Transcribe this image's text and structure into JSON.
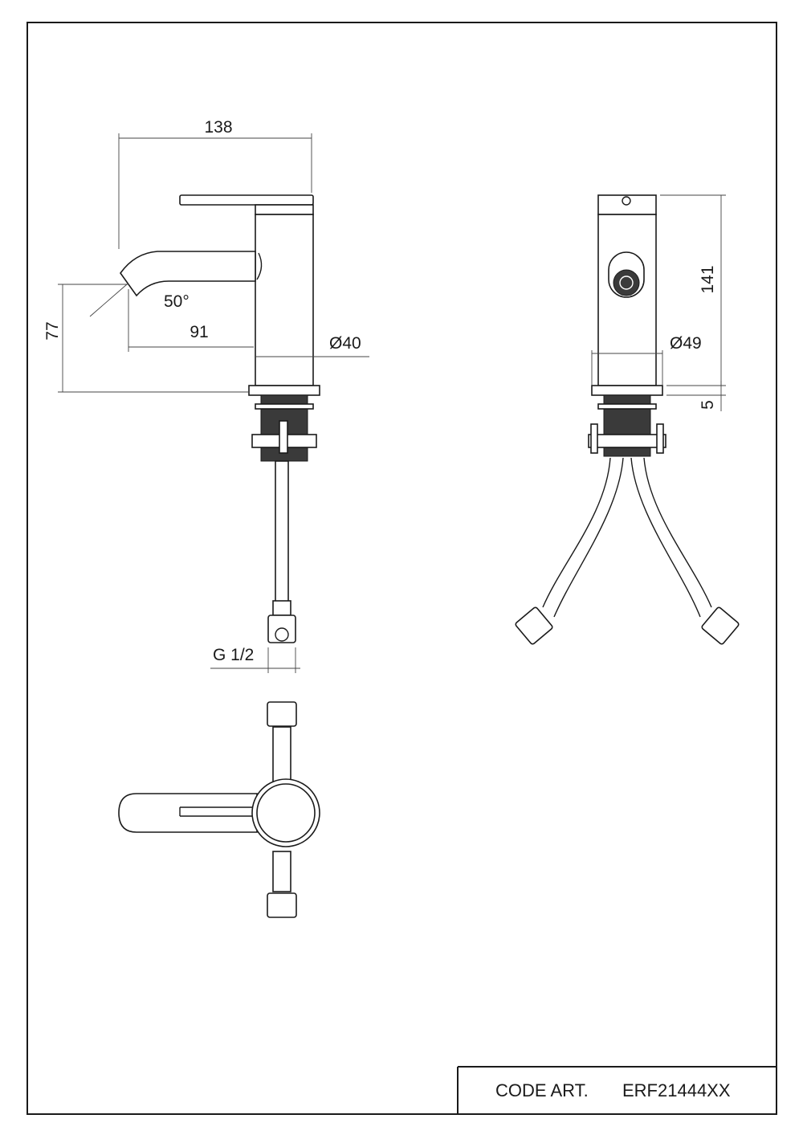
{
  "drawing": {
    "dimensions": {
      "spout_reach": "138",
      "spout_height": "77",
      "spout_angle": "50°",
      "spout_projection": "91",
      "body_diameter_side": "Ø40",
      "body_height": "141",
      "base_diameter": "Ø49",
      "base_height": "5",
      "connection_thread": "G 1/2"
    },
    "title_block": {
      "label": "CODE ART.",
      "code": "ERF21444XX"
    }
  }
}
